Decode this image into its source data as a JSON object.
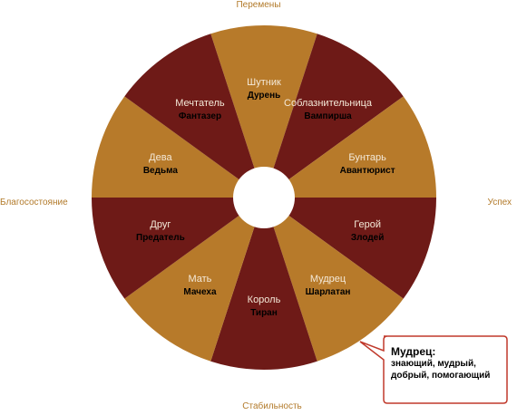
{
  "axes": {
    "top": "Перемены",
    "bottom": "Стабильность",
    "left": "Благосостояние",
    "right": "Успех"
  },
  "segments": [
    {
      "id": "jester",
      "archetype": "Шутник",
      "shadow": "Дурень",
      "color": "#b77a2a"
    },
    {
      "id": "seducer",
      "archetype": "Соблазнительница",
      "shadow": "Вампирша",
      "color": "#6e1a17"
    },
    {
      "id": "rebel",
      "archetype": "Бунтарь",
      "shadow": "Авантюрист",
      "color": "#b77a2a"
    },
    {
      "id": "hero",
      "archetype": "Герой",
      "shadow": "Злодей",
      "color": "#6e1a17"
    },
    {
      "id": "sage",
      "archetype": "Мудрец",
      "shadow": "Шарлатан",
      "color": "#b77a2a"
    },
    {
      "id": "king",
      "archetype": "Король",
      "shadow": "Тиран",
      "color": "#6e1a17"
    },
    {
      "id": "mother",
      "archetype": "Мать",
      "shadow": "Мачеха",
      "color": "#b77a2a"
    },
    {
      "id": "friend",
      "archetype": "Друг",
      "shadow": "Предатель",
      "color": "#6e1a17"
    },
    {
      "id": "maiden",
      "archetype": "Дева",
      "shadow": "Ведьма",
      "color": "#b77a2a"
    },
    {
      "id": "dreamer",
      "archetype": "Мечтатель",
      "shadow": "Фантазер",
      "color": "#6e1a17"
    }
  ],
  "callout": {
    "title": "Мудрец:",
    "body": "знающий, мудрый, добрый, помогающий"
  },
  "colors": {
    "gold": "#b77a2a",
    "maroon": "#6e1a17",
    "callout_border": "#c0392b",
    "label_light": "#f4e9d8"
  }
}
